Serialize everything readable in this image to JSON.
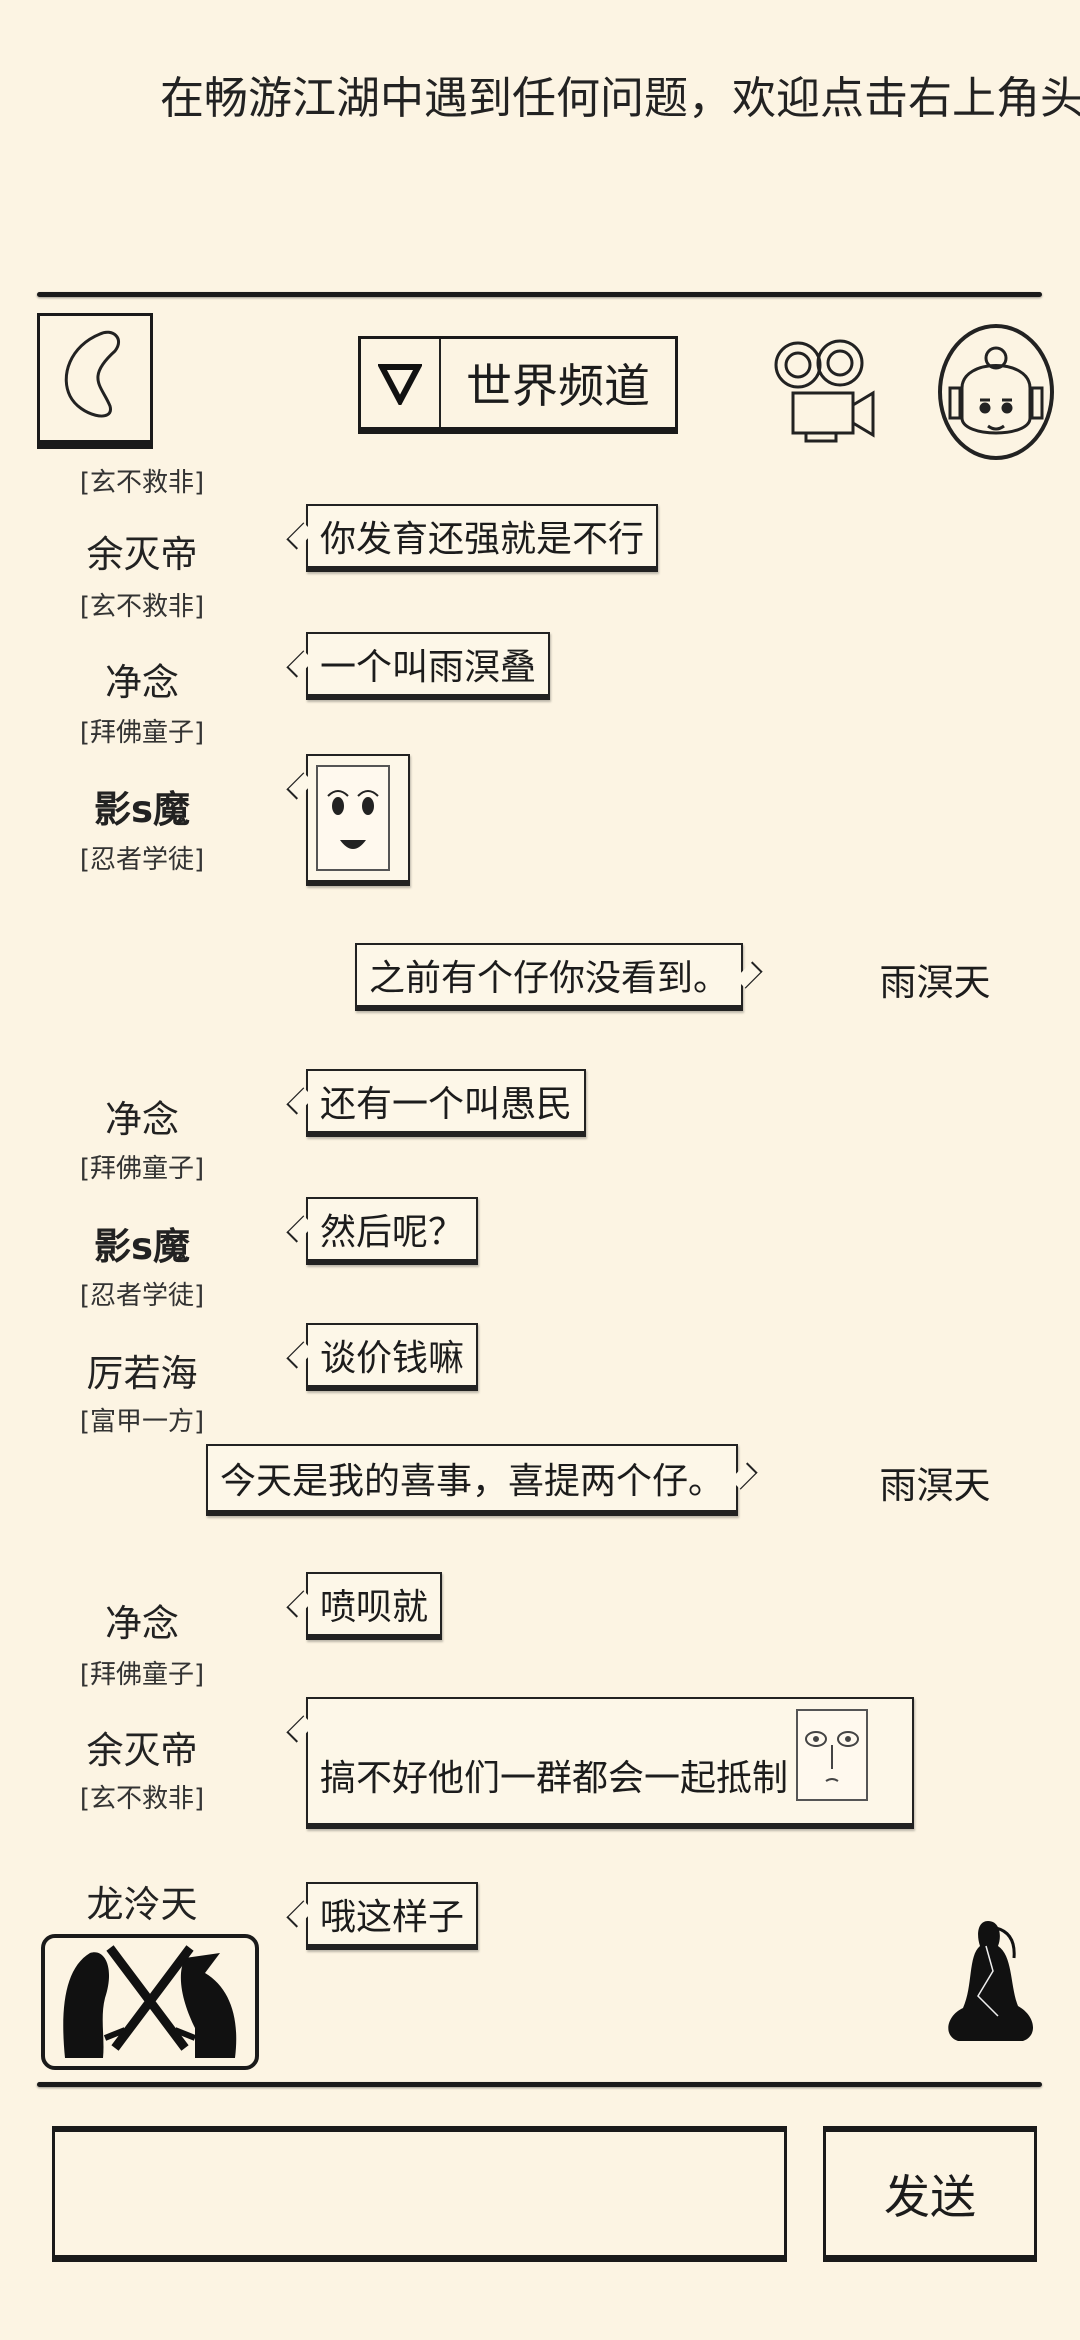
{
  "banner": "在畅游江湖中遇到任何问题，欢迎点击右上角头",
  "header": {
    "channel": "世界频道",
    "back_icon": "back-icon",
    "dropdown_icon": "triangle-down-icon",
    "camera_icon": "video-camera-icon",
    "avatar_icon": "girl-avatar-icon"
  },
  "messages": [
    {
      "tag": "[玄不救非]"
    },
    {
      "name": "余灭帝",
      "tag": "[玄不救非]",
      "text": "你发育还强就是不行"
    },
    {
      "name": "净念",
      "tag": "[拜佛童子]",
      "text": "一个叫雨溟叠"
    },
    {
      "name": "影s魔",
      "tag": "[忍者学徒]",
      "sticker": "smiling-face-sticker"
    },
    {
      "name": "雨溟天",
      "text": "之前有个仔你没看到。",
      "self": true
    },
    {
      "name": "净念",
      "tag": "[拜佛童子]",
      "text": "还有一个叫愚民"
    },
    {
      "name": "影s魔",
      "tag": "[忍者学徒]",
      "text": "然后呢？"
    },
    {
      "name": "厉若海",
      "tag": "[富甲一方]",
      "text": "谈价钱嘛"
    },
    {
      "name": "雨溟天",
      "text": "今天是我的喜事，喜提两个仔。",
      "self": true
    },
    {
      "name": "净念",
      "tag": "[拜佛童子]",
      "text": "喷呗就"
    },
    {
      "name": "余灭帝",
      "tag": "[玄不救非]",
      "text": "搞不好他们一群都会一起抵制",
      "sticker": "stare-face-sticker"
    },
    {
      "name": "龙泠天",
      "text": "哦这样子"
    }
  ],
  "footer": {
    "send": "发送",
    "input_placeholder": "",
    "battle_icon": "crossed-swords-battle-icon",
    "meditate_icon": "meditating-figure-icon"
  }
}
